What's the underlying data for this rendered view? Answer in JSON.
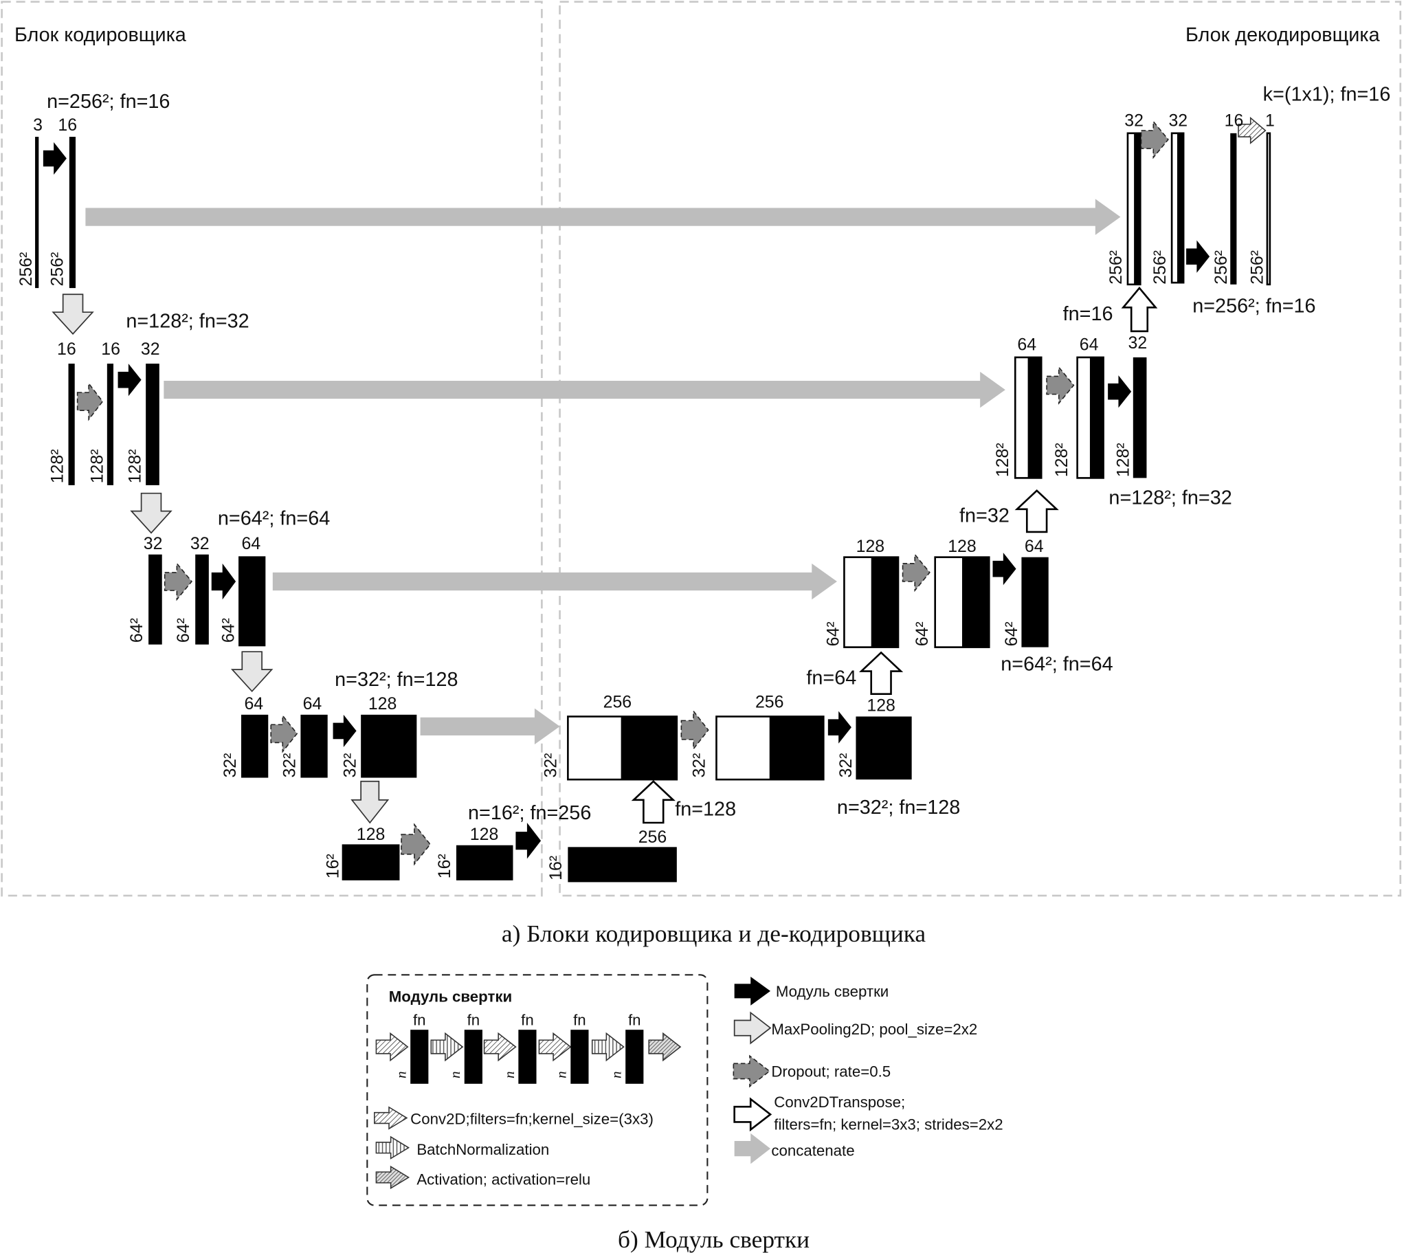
{
  "panels": {
    "encoder_title": "Блок кодировщика",
    "decoder_title": "Блок декодировщика"
  },
  "captions": {
    "a": "а) Блоки кодировщика и де-кодировщика",
    "b": "б) Модуль свертки"
  },
  "encoder": {
    "levels": [
      {
        "title": "n=256²; fn=16",
        "blocks": [
          {
            "channels": "3",
            "size": "256²"
          },
          {
            "channels": "16",
            "size": "256²"
          }
        ]
      },
      {
        "title": "n=128²; fn=32",
        "blocks": [
          {
            "channels": "16",
            "size": "128²"
          },
          {
            "channels": "16",
            "size": "128²"
          },
          {
            "channels": "32",
            "size": "128²"
          }
        ]
      },
      {
        "title": "n=64²; fn=64",
        "blocks": [
          {
            "channels": "32",
            "size": "64²"
          },
          {
            "channels": "32",
            "size": "64²"
          },
          {
            "channels": "64",
            "size": "64²"
          }
        ]
      },
      {
        "title": "n=32²; fn=128",
        "blocks": [
          {
            "channels": "64",
            "size": "32²"
          },
          {
            "channels": "64",
            "size": "32²"
          },
          {
            "channels": "128",
            "size": "32²"
          }
        ]
      },
      {
        "title": "n=16²; fn=256",
        "blocks": [
          {
            "channels": "128",
            "size": "16²"
          },
          {
            "channels": "128",
            "size": "16²"
          },
          {
            "channels": "256",
            "size": "16²"
          }
        ]
      }
    ]
  },
  "decoder": {
    "levels": [
      {
        "title": "n=32²; fn=128",
        "up_label": "fn=128",
        "blocks": [
          {
            "channels": "256",
            "size": "32²"
          },
          {
            "channels": "256",
            "size": "32²"
          },
          {
            "channels": "128",
            "size": "32²"
          }
        ]
      },
      {
        "title": "n=64²; fn=64",
        "up_label": "fn=64",
        "blocks": [
          {
            "channels": "128",
            "size": "64²"
          },
          {
            "channels": "128",
            "size": "64²"
          },
          {
            "channels": "64",
            "size": "64²"
          }
        ]
      },
      {
        "title": "n=128²; fn=32",
        "up_label": "fn=32",
        "blocks": [
          {
            "channels": "64",
            "size": "128²"
          },
          {
            "channels": "64",
            "size": "128²"
          },
          {
            "channels": "32",
            "size": "128²"
          }
        ]
      },
      {
        "title": "n=256²; fn=16",
        "up_label": "fn=16",
        "blocks": [
          {
            "channels": "32",
            "size": "256²"
          },
          {
            "channels": "32",
            "size": "256²"
          },
          {
            "channels": "16",
            "size": "256²"
          },
          {
            "channels": "1",
            "size": "256²"
          }
        ]
      }
    ],
    "final_conv_label": "k=(1x1); fn=16"
  },
  "conv_module": {
    "title": "Модуль свертки",
    "block_top_label": "fn",
    "block_side_label": "n",
    "items": [
      {
        "icon": "conv2d-arrow-icon",
        "label": "Conv2D;filters=fn;kernel_size=(3x3)"
      },
      {
        "icon": "batchnorm-arrow-icon",
        "label": "BatchNormalization"
      },
      {
        "icon": "activation-arrow-icon",
        "label": "Activation; activation=relu"
      }
    ]
  },
  "legend": {
    "items": [
      {
        "icon": "conv-module-arrow-icon",
        "label": "Модуль свертки"
      },
      {
        "icon": "maxpool-arrow-icon",
        "label": "MaxPooling2D; pool_size=2x2"
      },
      {
        "icon": "dropout-arrow-icon",
        "label": "Dropout; rate=0.5"
      },
      {
        "icon": "conv2dtranspose-arrow-icon",
        "label_line1": "Conv2DTranspose;",
        "label_line2": "filters=fn; kernel=3x3; strides=2x2"
      },
      {
        "icon": "concatenate-arrow-icon",
        "label": "concatenate"
      }
    ]
  },
  "colors": {
    "block": "#000000",
    "concatenate": "#bdbdbd",
    "dropout": "#8c8c8c",
    "maxpool": "#e6e6e6",
    "panel_border": "#c8c8c8"
  }
}
